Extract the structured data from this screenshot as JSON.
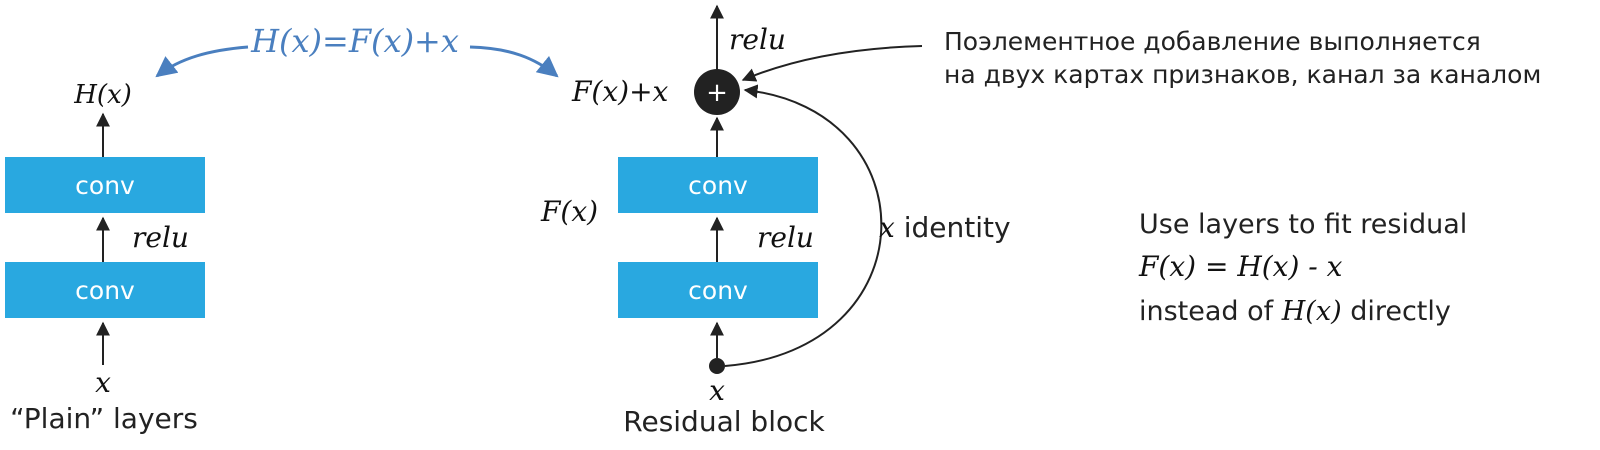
{
  "top_formula": "H(x)=F(x)+x",
  "plain": {
    "output_label": "H(x)",
    "conv_top": "conv",
    "conv_bottom": "conv",
    "activation": "relu",
    "input_label": "x",
    "caption": "“Plain” layers"
  },
  "residual": {
    "output_activation": "relu",
    "sum_label": "F(x)+x",
    "plus_symbol": "+",
    "conv_top": "conv",
    "conv_bottom": "conv",
    "fx_label": "F(x)",
    "activation": "relu",
    "identity_var": "x",
    "identity_text": " identity",
    "input_label": "x",
    "caption": "Residual block"
  },
  "annotation": {
    "line1": "Поэлементное добавление выполняется",
    "line2": "на двух картах признаков, канал за каналом"
  },
  "note": {
    "line1": "Use layers to fit residual",
    "line2": "F(x) = H(x) - x",
    "line3_prefix": "instead of ",
    "line3_math": "H(x)",
    "line3_suffix": " directly"
  },
  "colors": {
    "conv_fill": "#29a8e0",
    "accent_blue": "#4a7fbf",
    "node_fill": "#222222",
    "line": "#222222"
  }
}
